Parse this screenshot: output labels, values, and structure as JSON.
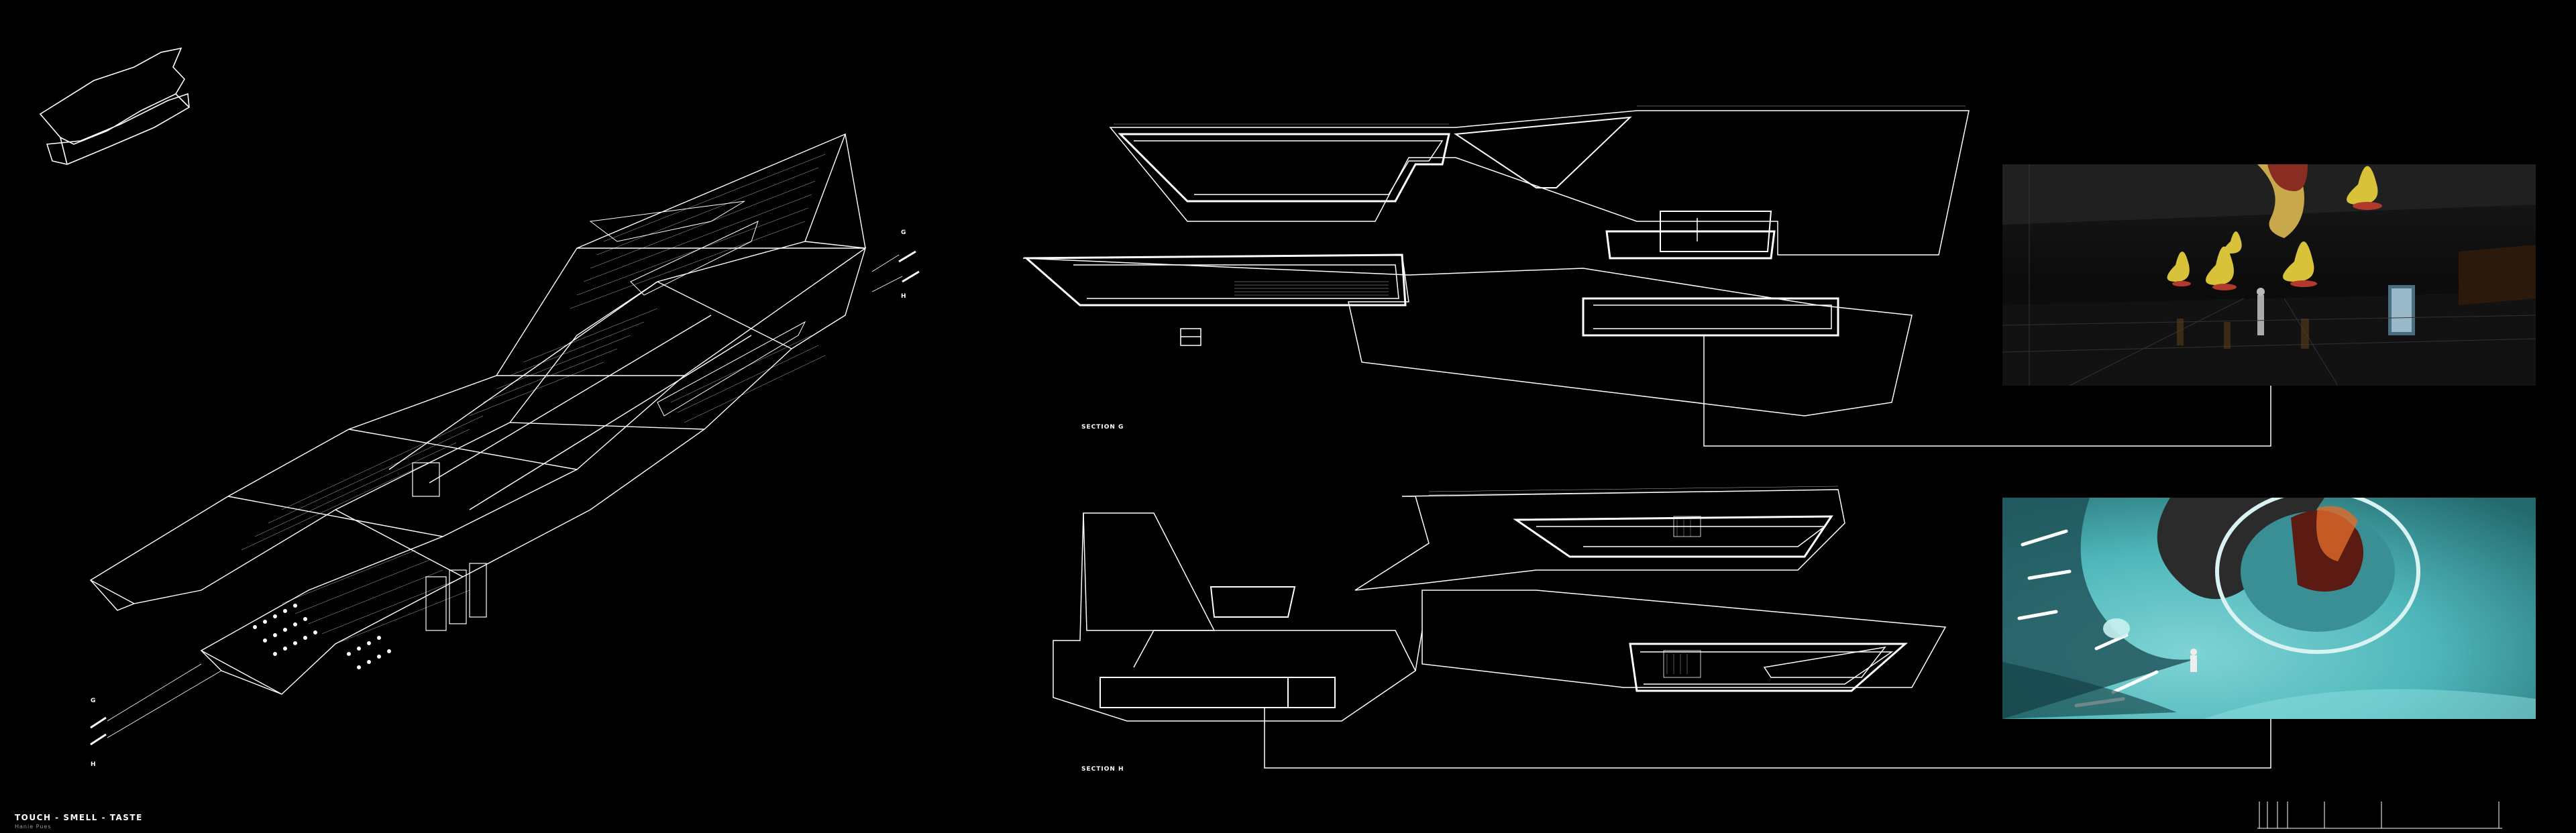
{
  "title": "TOUCH - SMELL - TASTE",
  "subtitle": "Hanie Pues",
  "section_labels": {
    "section_g": "SECTION G",
    "section_h": "SECTION H"
  },
  "cut_markers": {
    "g_top": "G",
    "h_top": "H",
    "g_bottom": "G",
    "h_bottom": "H"
  },
  "colors": {
    "background": "#000000",
    "linework": "#ffffff",
    "render_teal": "#4fb7bb",
    "render_dark": "#0b0b0b",
    "accent_yellow": "#d7c23a",
    "accent_red": "#b23a2c"
  }
}
